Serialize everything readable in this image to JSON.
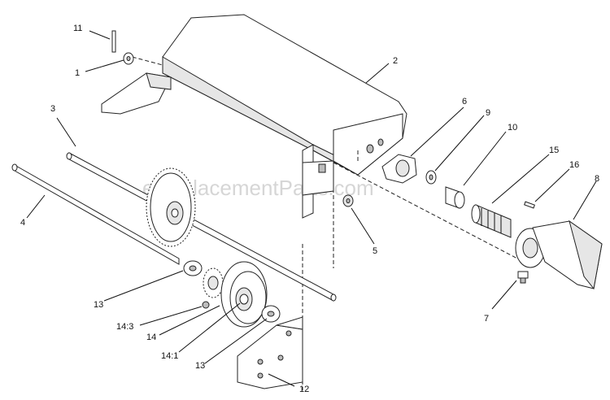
{
  "watermark": "eReplacementParts.com",
  "callouts": {
    "c1": "1",
    "c2": "2",
    "c3": "3",
    "c4": "4",
    "c5": "5",
    "c6": "6",
    "c7": "7",
    "c8": "8",
    "c9": "9",
    "c10": "10",
    "c11": "11",
    "c12": "12",
    "c13a": "13",
    "c13b": "13",
    "c14": "14",
    "c14_1": "14:1",
    "c14_3": "14:3",
    "c15": "15",
    "c16": "16"
  },
  "colors": {
    "line": "#222222",
    "shade": "#e6e6e6",
    "watermark": "#d6d6d6"
  }
}
